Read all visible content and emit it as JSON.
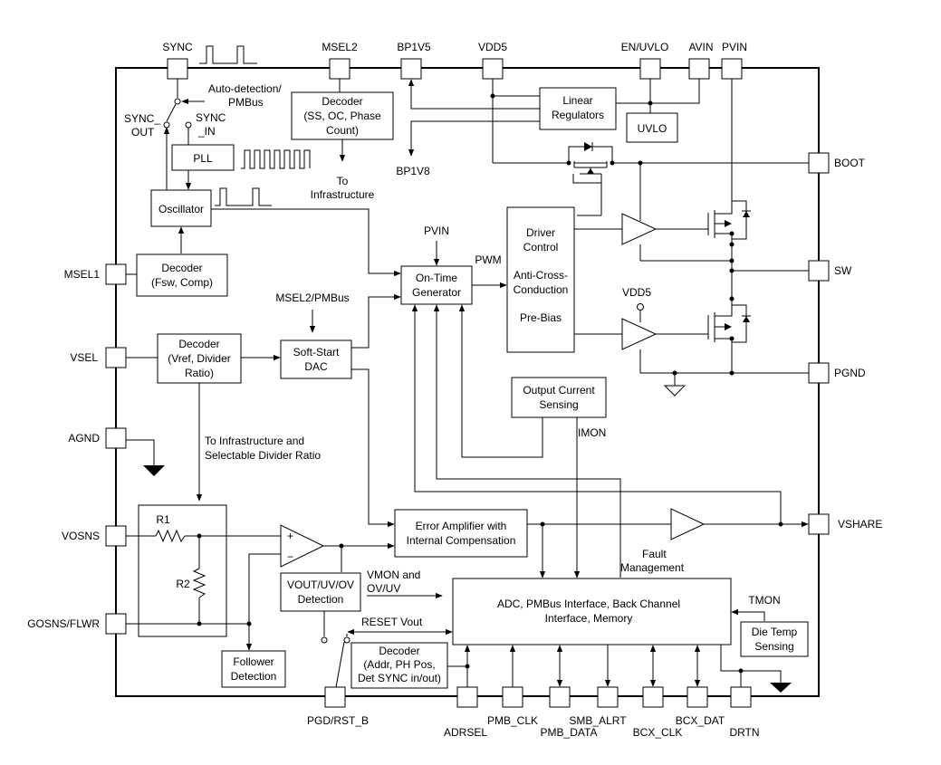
{
  "pins": {
    "sync": "SYNC",
    "msel2": "MSEL2",
    "bp1v5": "BP1V5",
    "vdd5": "VDD5",
    "en_uvlo": "EN/UVLO",
    "avin": "AVIN",
    "pvin": "PVIN",
    "boot": "BOOT",
    "sw": "SW",
    "pgnd": "PGND",
    "vshare": "VSHARE",
    "msel1": "MSEL1",
    "vsel": "VSEL",
    "agnd": "AGND",
    "vosns": "VOSNS",
    "gosns_flwr": "GOSNS/FLWR",
    "pgd_rst_b": "PGD/RST_B",
    "adrsel": "ADRSEL",
    "pmb_clk": "PMB_CLK",
    "pmb_data": "PMB_DATA",
    "smb_alrt": "SMB_ALRT",
    "bcx_clk": "BCX_CLK",
    "bcx_dat": "BCX_DAT",
    "drtn": "DRTN"
  },
  "blocks": {
    "decoder_msel2": [
      "Decoder",
      "(SS, OC, Phase",
      "Count)"
    ],
    "linear_regulators": [
      "Linear",
      "Regulators"
    ],
    "uvlo": "UVLO",
    "pll": "PLL",
    "oscillator": "Oscillator",
    "decoder_fsw": [
      "Decoder",
      "(Fsw, Comp)"
    ],
    "decoder_vref": [
      "Decoder",
      "(Vref, Divider",
      "Ratio)"
    ],
    "soft_start": [
      "Soft-Start",
      "DAC"
    ],
    "on_time": [
      "On-Time",
      "Generator"
    ],
    "driver": [
      "Driver",
      "Control",
      "Anti-Cross-",
      "Conduction",
      "Pre-Bias"
    ],
    "output_current": [
      "Output Current",
      "Sensing"
    ],
    "error_amp": [
      "Error Amplifier with",
      "Internal Compensation"
    ],
    "adc": [
      "ADC, PMBus Interface, Back Channel",
      "Interface, Memory"
    ],
    "vout_det": [
      "VOUT/UV/OV",
      "Detection"
    ],
    "decoder_addr": [
      "Decoder",
      "(Addr, PH Pos,",
      "Det SYNC in/out)"
    ],
    "follower": [
      "Follower",
      "Detection"
    ],
    "die_temp": [
      "Die Temp",
      "Sensing"
    ]
  },
  "labels": {
    "auto_detect": [
      "Auto-detection/",
      "PMBus"
    ],
    "sync_out": [
      "SYNC_",
      "OUT"
    ],
    "sync_in": [
      "SYNC",
      "_IN"
    ],
    "to_infra": [
      "To",
      "Infrastructure"
    ],
    "bp1v8": "BP1V8",
    "pvin_in": "PVIN",
    "pwm": "PWM",
    "msel2_pmbus": "MSEL2/PMBus",
    "vdd5_driver": "VDD5",
    "to_infra_divider": [
      "To Infrastructure and",
      "Selectable Divider Ratio"
    ],
    "r1": "R1",
    "r2": "R2",
    "plus": "+",
    "minus": "−",
    "imon": "IMON",
    "fault": [
      "Fault",
      "Management"
    ],
    "vmon": [
      "VMON and",
      "OV/UV"
    ],
    "tmon": "TMON",
    "reset_vout": "RESET Vout"
  }
}
